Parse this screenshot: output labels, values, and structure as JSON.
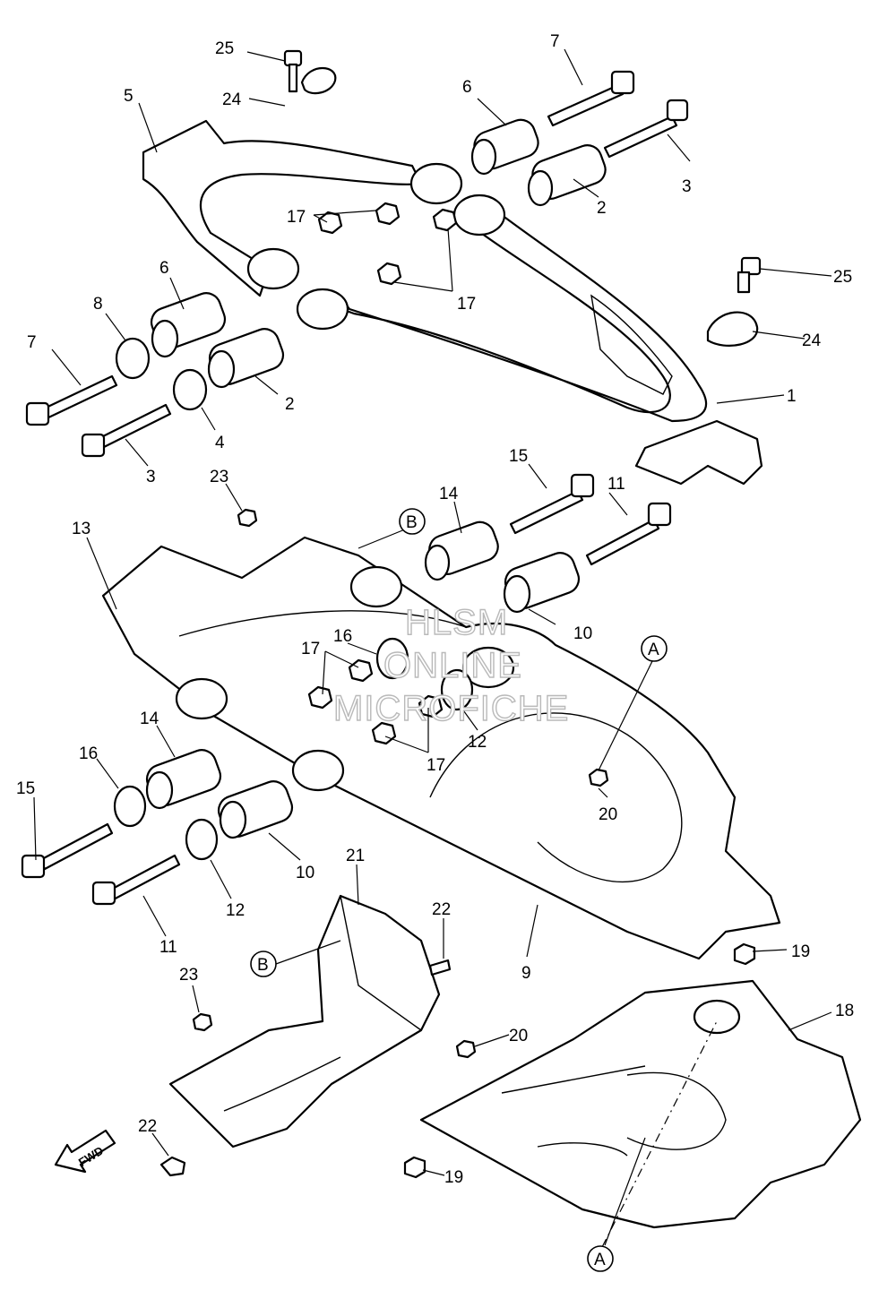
{
  "callouts": {
    "c25a": "25",
    "c24a": "24",
    "c5": "5",
    "c6a": "6",
    "c7a": "7",
    "c3a": "3",
    "c17a": "17",
    "c2a": "2",
    "c6b": "6",
    "c8": "8",
    "c7b": "7",
    "c17b": "17",
    "c25b": "25",
    "c24b": "24",
    "c1": "1",
    "c2b": "2",
    "c4": "4",
    "c3b": "3",
    "c23a": "23",
    "c15a": "15",
    "c11a": "11",
    "c14a": "14",
    "c13": "13",
    "c10a": "10",
    "c16a": "16",
    "c17c": "17",
    "c12a": "12",
    "c14b": "14",
    "c17d": "17",
    "c20a": "20",
    "c16b": "16",
    "c15b": "15",
    "c10b": "10",
    "c12b": "12",
    "c11b": "11",
    "c21": "21",
    "c22a": "22",
    "c9": "9",
    "c19a": "19",
    "c23b": "23",
    "c18": "18",
    "c20b": "20",
    "c22b": "22",
    "c19b": "19"
  },
  "refs": {
    "B1": "B",
    "A1": "A",
    "B2": "B",
    "A2": "A"
  },
  "fwd_label": "FWD",
  "watermark": {
    "line1": "HLSM",
    "line2": "ONLINE",
    "line3": "MICROFICHE"
  }
}
